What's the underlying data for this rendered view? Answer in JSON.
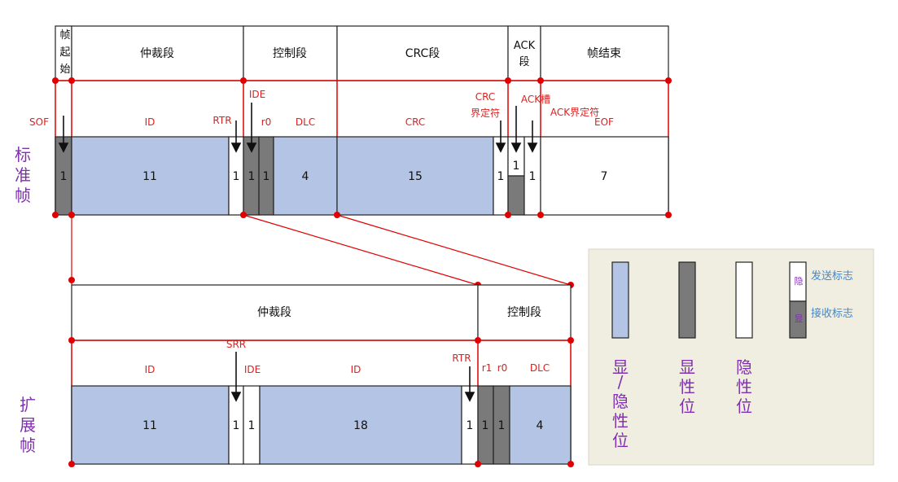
{
  "standard_frame": {
    "row_label": [
      "标",
      "准",
      "帧"
    ],
    "segments": {
      "sof": [
        "帧",
        "起",
        "始"
      ],
      "arbitration": "仲裁段",
      "control": "控制段",
      "crc": "CRC段",
      "ack": [
        "ACK",
        "段"
      ],
      "end": "帧结束"
    },
    "field_labels": {
      "sof": "SOF",
      "id": "ID",
      "rtr": "RTR",
      "ide": "IDE",
      "r0": "r0",
      "dlc": "DLC",
      "crc": "CRC",
      "crc_delim": [
        "CRC",
        "界定符"
      ],
      "ack_slot": "ACK槽",
      "ack_delim": "ACK界定符",
      "eof": "EOF"
    },
    "bit_counts": {
      "sof": "1",
      "id": "11",
      "rtr": "1",
      "ide": "1",
      "r0": "1",
      "dlc": "4",
      "crc": "15",
      "crc_delim": "1",
      "ack_slot": "1",
      "ack_delim": "1",
      "eof": "7"
    }
  },
  "extended_frame": {
    "row_label": [
      "扩",
      "展",
      "帧"
    ],
    "segments": {
      "arbitration": "仲裁段",
      "control": "控制段"
    },
    "field_labels": {
      "id_base": "ID",
      "srr": "SRR",
      "ide": "IDE",
      "id_ext": "ID",
      "rtr": "RTR",
      "r1": "r1",
      "r0": "r0",
      "dlc": "DLC"
    },
    "bit_counts": {
      "id_base": "11",
      "srr": "1",
      "ide": "1",
      "id_ext": "18",
      "rtr": "1",
      "r1": "1",
      "r0": "1",
      "dlc": "4"
    }
  },
  "legend": {
    "dominant_recessive": [
      "显",
      "/",
      "隐",
      "性",
      "位"
    ],
    "dominant": [
      "显",
      "性",
      "位"
    ],
    "recessive": [
      "隐",
      "性",
      "位"
    ],
    "sample_recessive_char": "隐",
    "sample_dominant_char": "显",
    "send_flag": "发送标志",
    "receive_flag": "接收标志"
  },
  "colors": {
    "line_red": "#e00000",
    "label_red": "#e02020",
    "fill_blue": "#b4c4e4",
    "fill_gray": "#7a7a7a",
    "text_purple": "#8030b0",
    "legend_bg": "#efeee0",
    "legend_blue_text": "#4488cc"
  }
}
